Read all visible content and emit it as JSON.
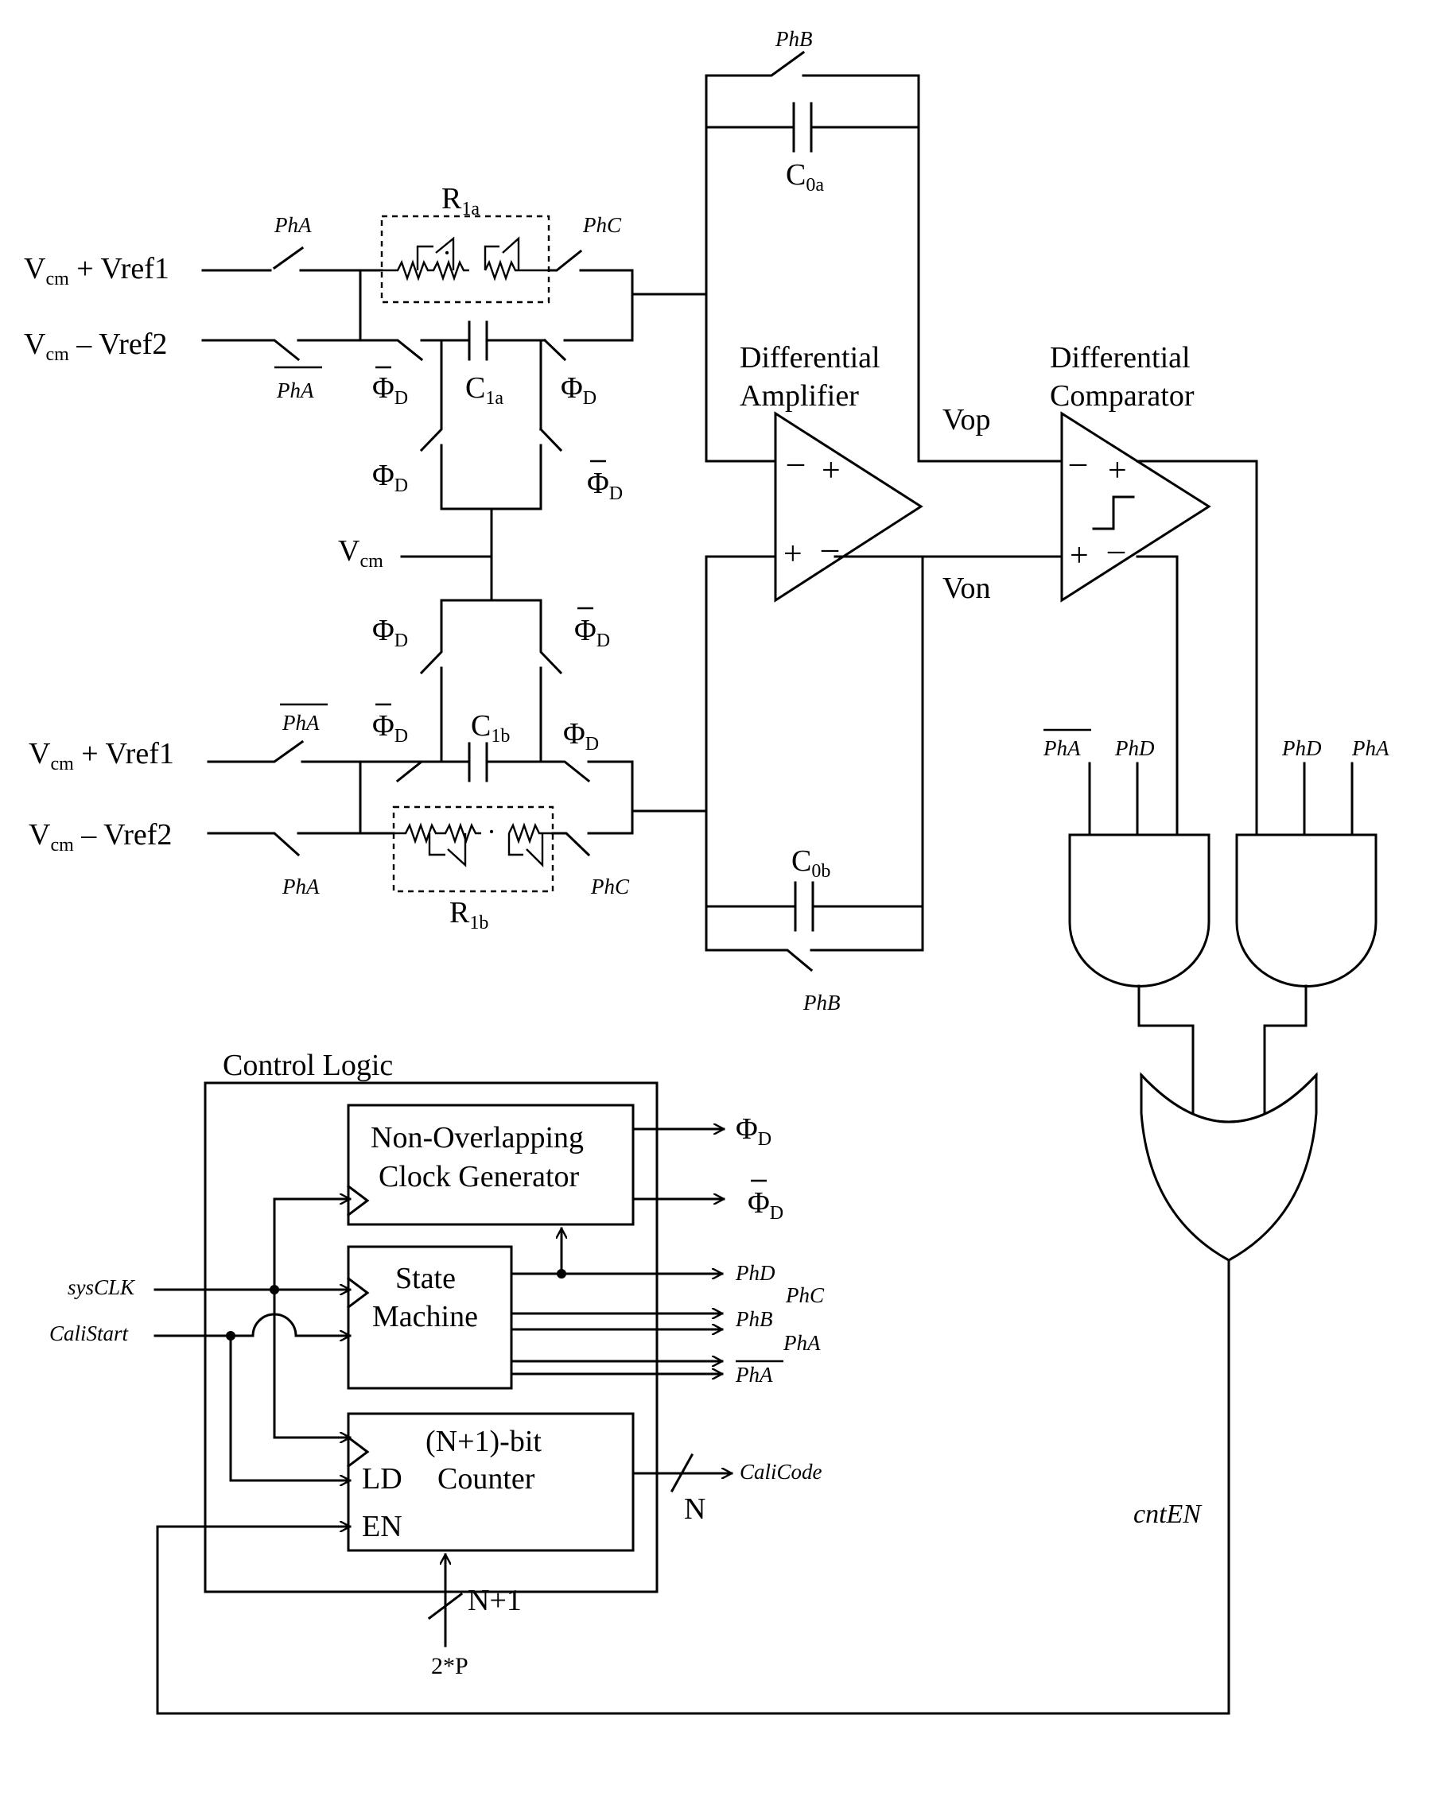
{
  "inputs": {
    "top_vp": "V",
    "vp_sub": "cm",
    "top_vp_rest": " + Vref1",
    "top_vm_rest": " – Vref2",
    "vcm_sub": "cm"
  },
  "resistors": {
    "r1a": "R",
    "r1a_sub": "1a",
    "r1b": "R",
    "r1b_sub": "1b"
  },
  "capacitors": {
    "c1a": "C",
    "c1a_sub": "1a",
    "c1b": "C",
    "c1b_sub": "1b",
    "c0a": "C",
    "c0a_sub": "0a",
    "c0b": "C",
    "c0b_sub": "0b"
  },
  "phases": {
    "pha": "PhA",
    "phb": "PhB",
    "phc": "PhC",
    "phd": "PhD",
    "phi": "Φ",
    "phi_sub": "D"
  },
  "blocks": {
    "amp_line1": "Differential",
    "amp_line2": "Amplifier",
    "comp_line1": "Differential",
    "comp_line2": "Comparator",
    "vop": "Vop",
    "von": "Von",
    "vcm": "V",
    "cnten": "cntEN",
    "plus": "+",
    "minus": "–"
  },
  "control_logic": {
    "title": "Control Logic",
    "nocg_line1": "Non-Overlapping",
    "nocg_line2": "Clock Generator",
    "sm_line1": "State",
    "sm_line2": "Machine",
    "ctr_line1": "(N+1)-bit",
    "ctr_line2": "Counter",
    "ld": "LD",
    "en": "EN",
    "sysclk": "sysCLK",
    "calistart": "CaliStart",
    "calicode": "CaliCode",
    "bus_n": "N",
    "bus_n1": "N+1",
    "preset": "2*P"
  }
}
